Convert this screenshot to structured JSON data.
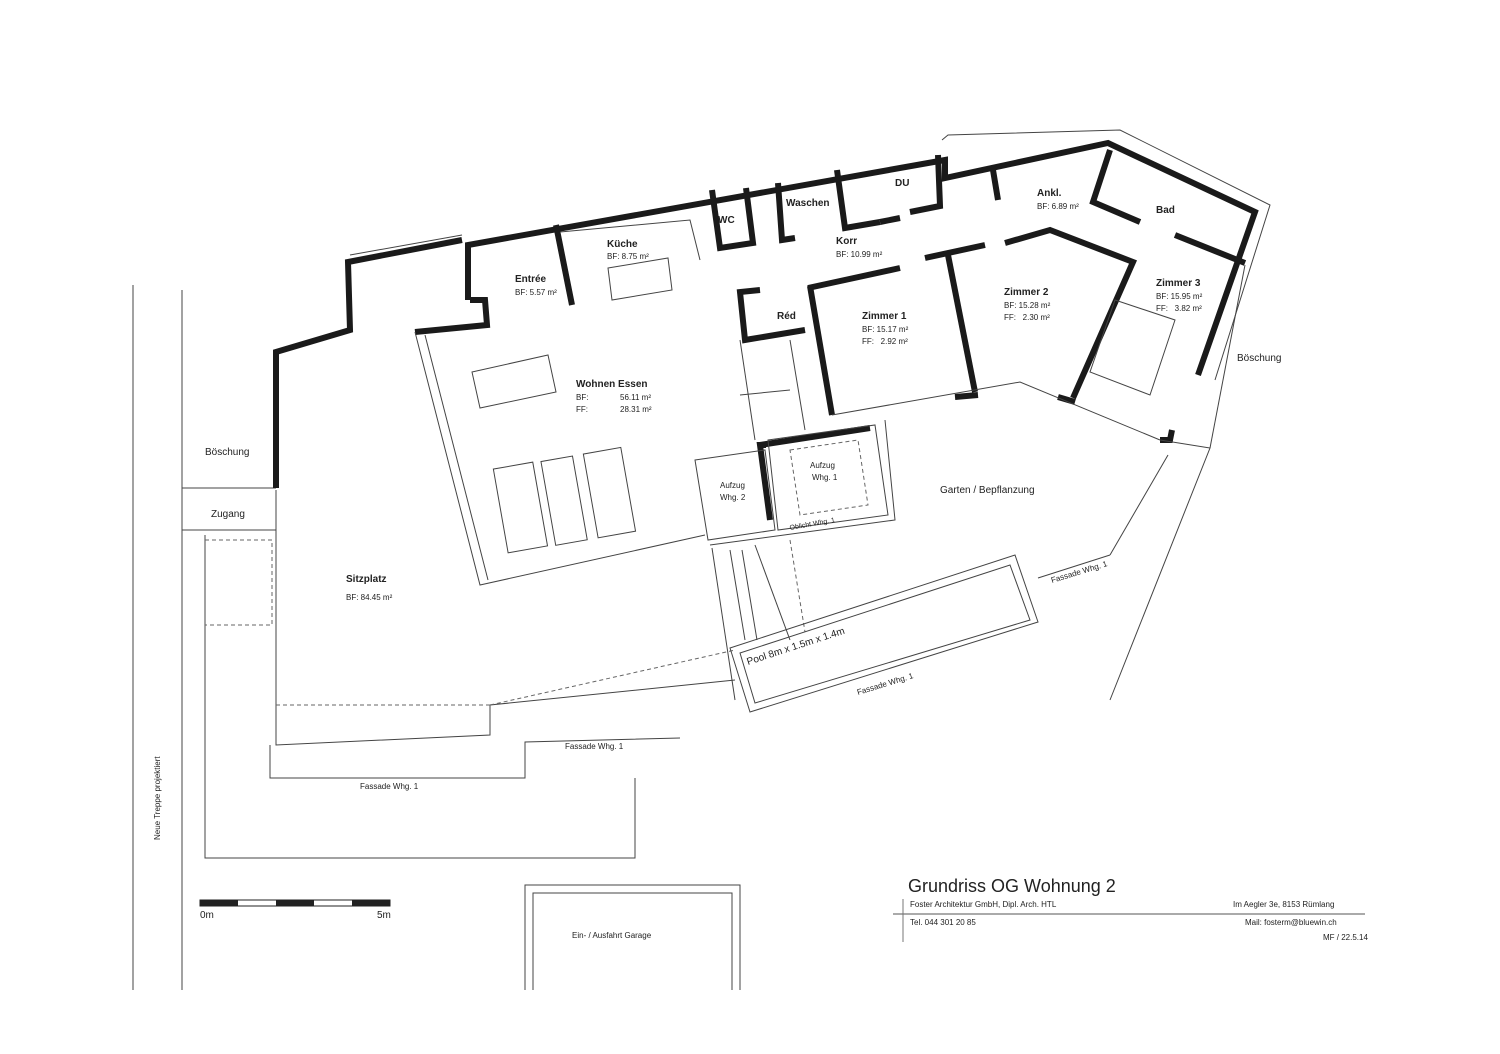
{
  "title_block": {
    "title": "Grundriss OG Wohnung 2",
    "company": "Foster Architektur GmbH, Dipl. Arch. HTL",
    "address": "Im Aegler 3e, 8153 Rümlang",
    "phone": "Tel. 044 301 20 85",
    "mail": "Mail: fosterm@bluewin.ch",
    "revision": "MF / 22.5.14"
  },
  "scale_bar": {
    "start": "0m",
    "end": "5m"
  },
  "rooms": {
    "kueche": {
      "name": "Küche",
      "bf": "BF: 8.75 m²"
    },
    "entree": {
      "name": "Entrée",
      "bf": "BF: 5.57 m²"
    },
    "wc": {
      "name": "WC"
    },
    "waschen": {
      "name": "Waschen"
    },
    "du": {
      "name": "DU"
    },
    "korr": {
      "name": "Korr",
      "bf": "BF: 10.99 m²"
    },
    "ankl": {
      "name": "Ankl.",
      "bf": "BF: 6.89 m²"
    },
    "bad": {
      "name": "Bad"
    },
    "red": {
      "name": "Réd"
    },
    "zimmer1": {
      "name": "Zimmer 1",
      "bf": "BF: 15.17 m²",
      "ff": "FF:   2.92 m²"
    },
    "zimmer2": {
      "name": "Zimmer 2",
      "bf": "BF: 15.28 m²",
      "ff": "FF:   2.30 m²"
    },
    "zimmer3": {
      "name": "Zimmer 3",
      "bf": "BF: 15.95 m²",
      "ff": "FF:   3.82 m²"
    },
    "wohnen": {
      "name": "Wohnen Essen",
      "bf_label": "BF:",
      "bf": "56.11 m²",
      "ff_label": "FF:",
      "ff": "28.31 m²"
    },
    "sitzplatz": {
      "name": "Sitzplatz",
      "bf": "BF: 84.45 m²"
    }
  },
  "annotations": {
    "boeschung_right": "Böschung",
    "boeschung_left": "Böschung",
    "zugang": "Zugang",
    "aufzug2_l1": "Aufzug",
    "aufzug2_l2": "Whg. 2",
    "aufzug1_l1": "Aufzug",
    "aufzug1_l2": "Whg. 1",
    "oblicht": "Oblicht Whg. 1",
    "garten": "Garten / Bepflanzung",
    "pool": "Pool 8m x 1.5m x 1.4m",
    "fassade1": "Fassade Whg. 1",
    "fassade2": "Fassade Whg. 1",
    "fassade3": "Fassade Whg. 1",
    "fassade4": "Fassade Whg. 1",
    "treppe": "Neue Treppe projektiert",
    "garage": "Ein- / Ausfahrt Garage"
  }
}
